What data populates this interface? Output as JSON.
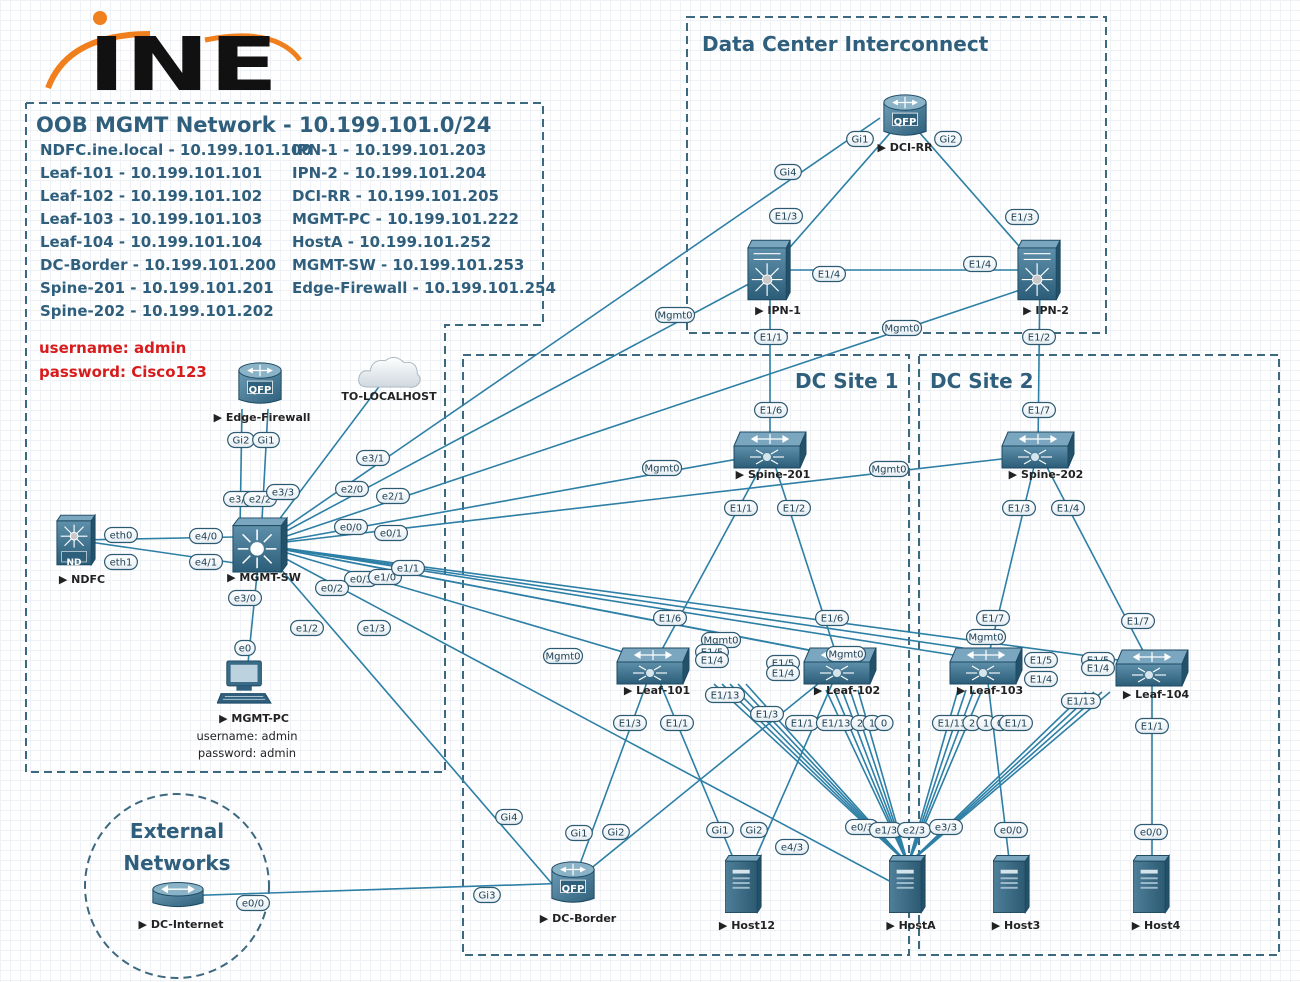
{
  "logo": {
    "text": "INE"
  },
  "regions": {
    "dci": {
      "title": "Data Center Interconnect"
    },
    "site1": {
      "title": "DC Site 1"
    },
    "site2": {
      "title": "DC Site 2"
    },
    "external": {
      "line1": "External",
      "line2": "Networks"
    }
  },
  "oob": {
    "title": "OOB MGMT Network - 10.199.101.0/24",
    "entries_left": [
      "NDFC.ine.local - 10.199.101.100",
      "Leaf-101 - 10.199.101.101",
      "Leaf-102 - 10.199.101.102",
      "Leaf-103 - 10.199.101.103",
      "Leaf-104 - 10.199.101.104",
      "DC-Border - 10.199.101.200",
      "Spine-201 - 10.199.101.201",
      "Spine-202 - 10.199.101.202"
    ],
    "entries_right": [
      "IPN-1 - 10.199.101.203",
      "IPN-2 - 10.199.101.204",
      "DCI-RR - 10.199.101.205",
      "MGMT-PC - 10.199.101.222",
      "HostA - 10.199.101.252",
      "MGMT-SW - 10.199.101.253",
      "Edge-Firewall - 10.199.101.254"
    ],
    "username": "username: admin",
    "password": "password: Cisco123"
  },
  "mgmt_pc_creds": {
    "username": "username: admin",
    "password": "password: admin"
  },
  "icon_text": {
    "qfp": "QFP",
    "nd": "ND"
  },
  "nodes": [
    {
      "id": "dci-rr",
      "label": "DCI-RR",
      "type": "router-qfp"
    },
    {
      "id": "ipn-1",
      "label": "IPN-1",
      "type": "nexus-switch"
    },
    {
      "id": "ipn-2",
      "label": "IPN-2",
      "type": "nexus-switch"
    },
    {
      "id": "spine-201",
      "label": "Spine-201",
      "type": "l3-switch"
    },
    {
      "id": "spine-202",
      "label": "Spine-202",
      "type": "l3-switch"
    },
    {
      "id": "leaf-101",
      "label": "Leaf-101",
      "type": "l3-switch"
    },
    {
      "id": "leaf-102",
      "label": "Leaf-102",
      "type": "l3-switch"
    },
    {
      "id": "leaf-103",
      "label": "Leaf-103",
      "type": "l3-switch"
    },
    {
      "id": "leaf-104",
      "label": "Leaf-104",
      "type": "l3-switch"
    },
    {
      "id": "edge-firewall",
      "label": "Edge-Firewall",
      "type": "router-qfp"
    },
    {
      "id": "to-localhost",
      "label": "TO-LOCALHOST",
      "type": "cloud"
    },
    {
      "id": "ndfc",
      "label": "NDFC",
      "type": "nd-appliance"
    },
    {
      "id": "mgmt-sw",
      "label": "MGMT-SW",
      "type": "multilayer-switch"
    },
    {
      "id": "mgmt-pc",
      "label": "MGMT-PC",
      "type": "workstation"
    },
    {
      "id": "dc-internet",
      "label": "DC-Internet",
      "type": "router"
    },
    {
      "id": "dc-border",
      "label": "DC-Border",
      "type": "router-qfp"
    },
    {
      "id": "host12",
      "label": "Host12",
      "type": "server"
    },
    {
      "id": "hosta",
      "label": "HostA",
      "type": "server"
    },
    {
      "id": "host3",
      "label": "Host3",
      "type": "server"
    },
    {
      "id": "host4",
      "label": "Host4",
      "type": "server"
    }
  ],
  "port_labels": [
    "Gi1",
    "Gi2",
    "Gi4",
    "E1/3",
    "E1/3",
    "E1/4",
    "E1/4",
    "Mgmt0",
    "Mgmt0",
    "E1/1",
    "E1/2",
    "E1/6",
    "E1/7",
    "Mgmt0",
    "Mgmt0",
    "E1/1",
    "E1/2",
    "E1/3",
    "E1/4",
    "e3/1",
    "e2/0",
    "e2/1",
    "e0/0",
    "e0/1",
    "e3/2",
    "e2/2",
    "e3/3",
    "Gi2",
    "Gi1",
    "eth0",
    "eth1",
    "e4/0",
    "e4/1",
    "e0/3",
    "e1/0",
    "e1/1",
    "e0/2",
    "e3/0",
    "e0",
    "e1/2",
    "e1/3",
    "Mgmt0",
    "Mgmt0",
    "Mgmt0",
    "Mgmt0",
    "E1/6",
    "E1/6",
    "E1/7",
    "E1/7",
    "E1/5",
    "E1/4",
    "E1/5",
    "E1/4",
    "E1/5",
    "E1/4",
    "E1/5",
    "E1/4",
    "E1/3",
    "E1/1",
    "E1/13",
    "E1/3",
    "E1/1",
    "E1/13",
    "2",
    "1",
    "0",
    "E1/13",
    "2",
    "1",
    "0",
    "E1/1",
    "E1/13",
    "E1/1",
    "Gi4",
    "Gi1",
    "Gi2",
    "Gi3",
    "e0/0",
    "Gi1",
    "Gi2",
    "e4/3",
    "e0/3",
    "e1/3",
    "e2/3",
    "e3/3",
    "e0/0",
    "e0/0"
  ]
}
